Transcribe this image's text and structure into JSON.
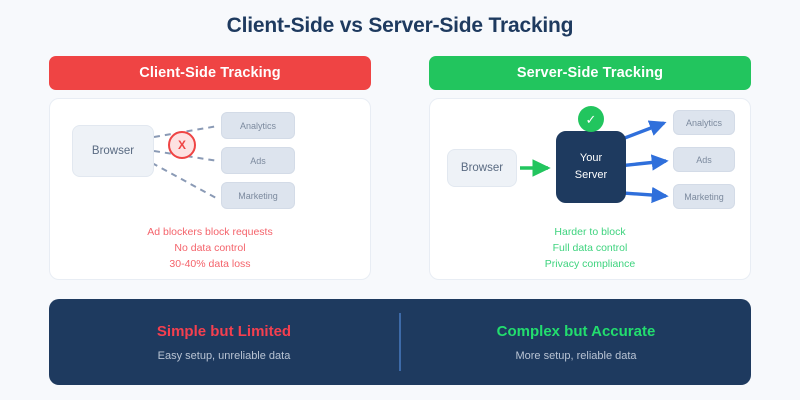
{
  "title": "Client-Side vs Server-Side Tracking",
  "colors": {
    "background": "#f7f9fc",
    "navy": "#1e3a5f",
    "red": "#ef4444",
    "green": "#22c55e",
    "blue_arrow": "#2f6fdb",
    "dashed_wire": "#8a9ab5",
    "node_fill": "#eef2f7",
    "dest_fill": "#dde4ee"
  },
  "left": {
    "pill_label": "Client-Side Tracking",
    "browser_label": "Browser",
    "block_badge": "X",
    "destinations": [
      "Analytics",
      "Ads",
      "Marketing"
    ],
    "notes": [
      "Ad blockers block requests",
      "No data control",
      "30-40% data loss"
    ]
  },
  "right": {
    "pill_label": "Server-Side Tracking",
    "browser_label": "Browser",
    "server_line1": "Your",
    "server_line2": "Server",
    "check_badge": "✓",
    "destinations": [
      "Analytics",
      "Ads",
      "Marketing"
    ],
    "notes": [
      "Harder to block",
      "Full data control",
      "Privacy compliance"
    ]
  },
  "banner": {
    "left_title": "Simple but Limited",
    "left_sub": "Easy setup, unreliable data",
    "right_title": "Complex but Accurate",
    "right_sub": "More setup, reliable data"
  }
}
